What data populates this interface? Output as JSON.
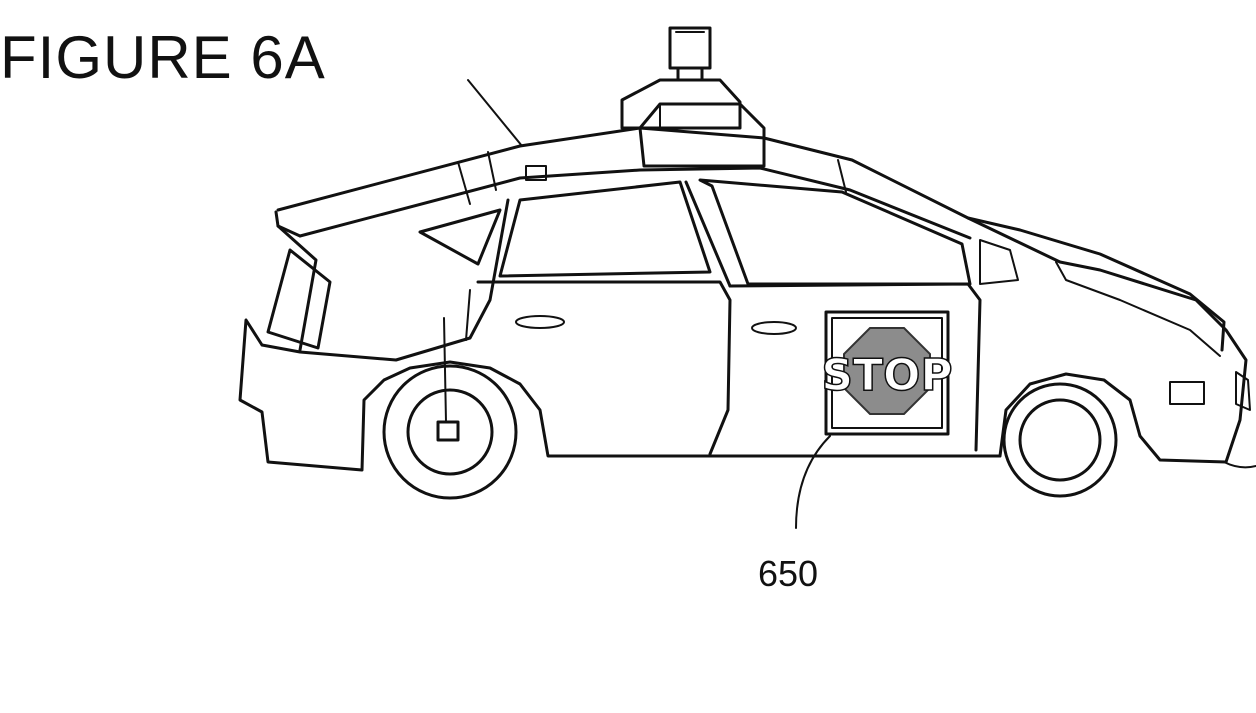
{
  "figure": {
    "title": "FIGURE 6A",
    "reference_label": "650",
    "sign_text": "STOP"
  },
  "colors": {
    "line": "#111111",
    "sign_fill": "#8c8c8c",
    "background": "#ffffff"
  }
}
